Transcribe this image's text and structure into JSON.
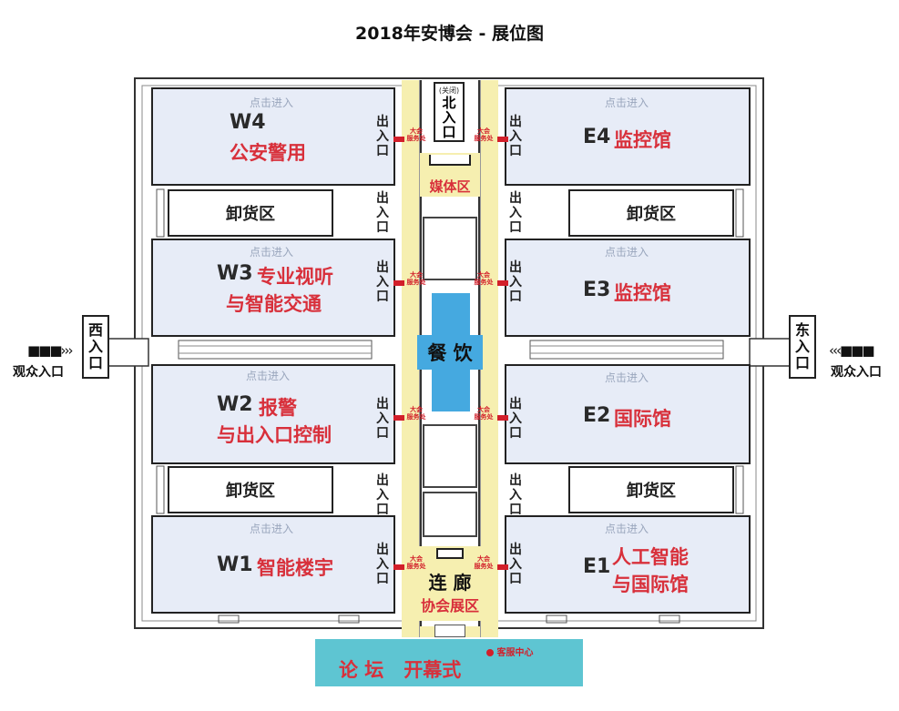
{
  "title": "2018年安博会 - 展位图",
  "hint": "点击进入",
  "halls": {
    "w4": {
      "code": "W4",
      "name": "公安警用"
    },
    "w3": {
      "code": "W3",
      "name_line1": "专业视听",
      "name_line2": "与智能交通"
    },
    "w2": {
      "code": "W2",
      "name_line1": "报警",
      "name_line2": "与出入口控制"
    },
    "w1": {
      "code": "W1",
      "name": "智能楼宇"
    },
    "e4": {
      "code": "E4",
      "name": "监控馆"
    },
    "e3": {
      "code": "E3",
      "name": "监控馆"
    },
    "e2": {
      "code": "E2",
      "name": "国际馆"
    },
    "e1": {
      "code": "E1",
      "name_line1": "人工智能",
      "name_line2": "与国际馆"
    }
  },
  "unloading": "卸货区",
  "exit_vertical": "出入口",
  "service": {
    "line1": "大会",
    "line2": "服务处"
  },
  "north_gate": {
    "note": "(关闭)",
    "text": "北入口"
  },
  "west_gate": "西入口",
  "east_gate": "东入口",
  "visitor_entrance": "观众入口",
  "media_zone": "媒体区",
  "dining": "餐 饮",
  "corridor": {
    "line1": "连 廊",
    "line2": "协会展区"
  },
  "customer_service": "客服中心",
  "forum": "论 坛   开幕式",
  "colors": {
    "hall_fill": "#e7ecf7",
    "corridor": "#f6efb0",
    "dining": "#45a9e0",
    "forum": "#5ec5d2",
    "accent_red": "#d8303b"
  }
}
